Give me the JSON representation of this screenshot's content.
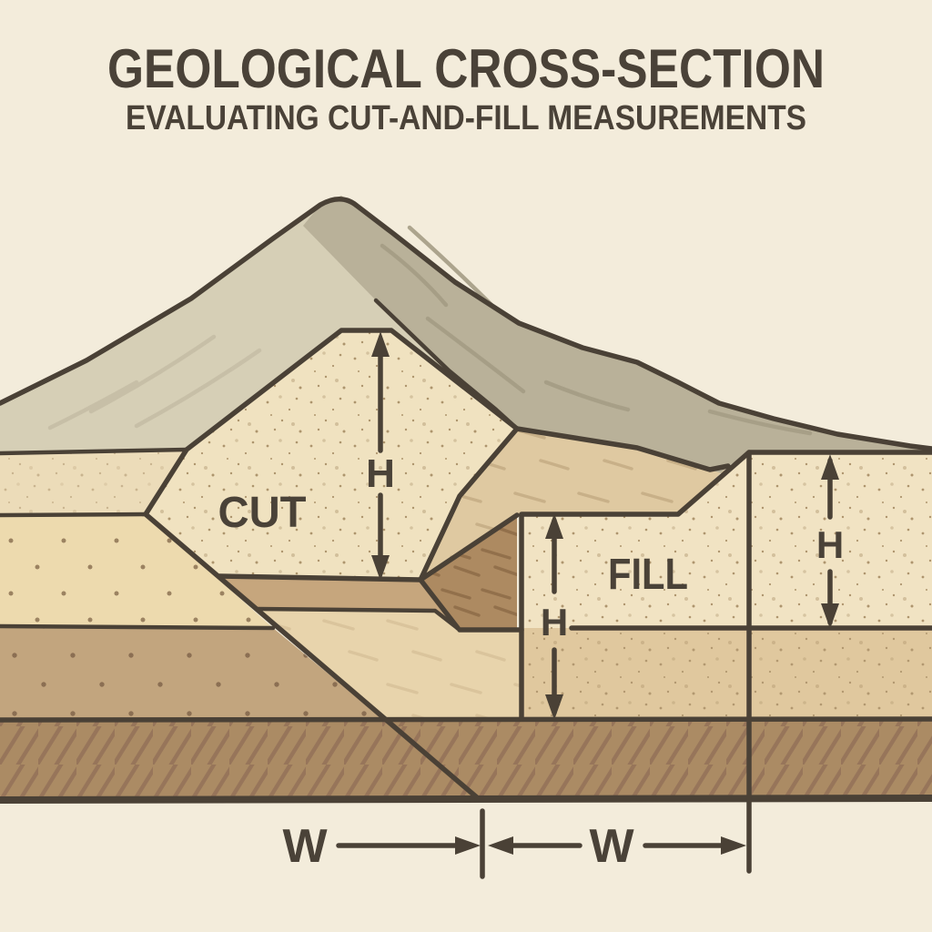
{
  "title": "GEOLOGICAL CROSS-SECTION",
  "subtitle": "EVALUATING CUT-AND-FILL MEASUREMENTS",
  "labels": {
    "cut": "CUT",
    "fill": "FILL"
  },
  "dimensions": {
    "cut_height": "H",
    "fill_height": "H",
    "embankment_height": "H",
    "cut_width": "W",
    "fill_width": "W"
  },
  "colors": {
    "page_bg": "#f3ecdb",
    "outline": "#4a4136",
    "text": "#4a4238",
    "hill": "#d6cfb6",
    "hill_shadow": "#b9b199",
    "topsoil_layer": "#ecdcb9",
    "dotted_layer_upper": "#eddaae",
    "dotted_layer_lower": "#c2a57e",
    "bedrock": "#ab8b64",
    "cut_material": "#f0e2c0",
    "fill_material": "#f1e3c3",
    "slope_face": "#dfc9a1",
    "toe_wedge": "#ad8a61",
    "bench_band": "#c6a67d",
    "subsoil": "#e0c89e",
    "under_ramp": "#e8d4ac"
  }
}
